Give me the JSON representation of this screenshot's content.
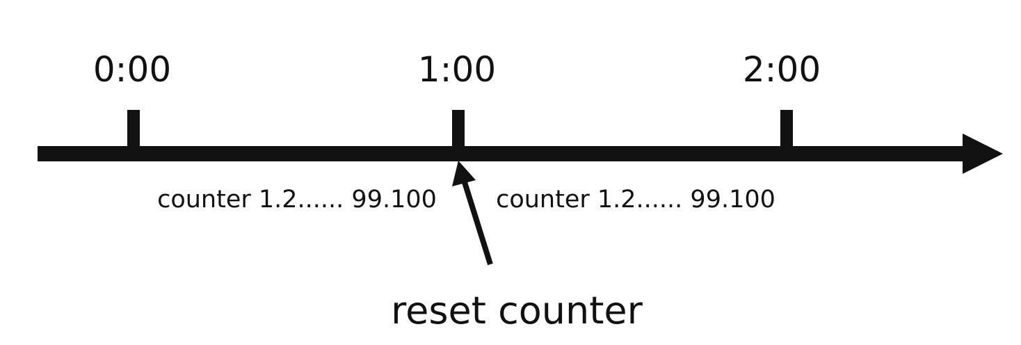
{
  "timeline": {
    "ticks": [
      {
        "label": "0:00"
      },
      {
        "label": "1:00"
      },
      {
        "label": "2:00"
      }
    ],
    "segments": [
      {
        "label": "counter 1.2...... 99.100"
      },
      {
        "label": "counter 1.2...... 99.100"
      }
    ],
    "callout": {
      "label": "reset counter"
    },
    "color": "#111111"
  }
}
